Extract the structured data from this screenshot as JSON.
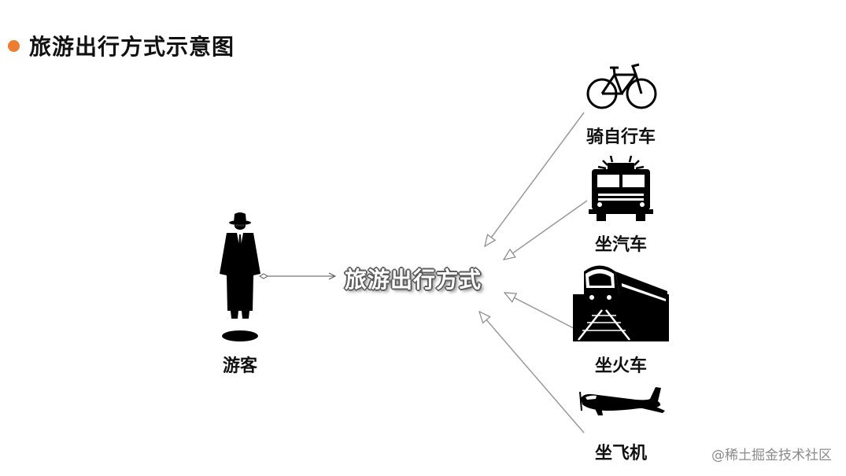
{
  "header": {
    "title": "旅游出行方式示意图",
    "dot_color": "#ED7D31"
  },
  "nodes": {
    "tourist": {
      "label": "游客",
      "icon": "man-in-suit-icon"
    },
    "center": {
      "label": "旅游出行方式"
    },
    "bicycle": {
      "label": "骑自行车",
      "icon": "bicycle-icon"
    },
    "car": {
      "label": "坐汽车",
      "icon": "car-icon"
    },
    "train": {
      "label": "坐火车",
      "icon": "train-icon"
    },
    "plane": {
      "label": "坐飞机",
      "icon": "airplane-icon"
    }
  },
  "watermark": "@稀土掘金技术社区"
}
